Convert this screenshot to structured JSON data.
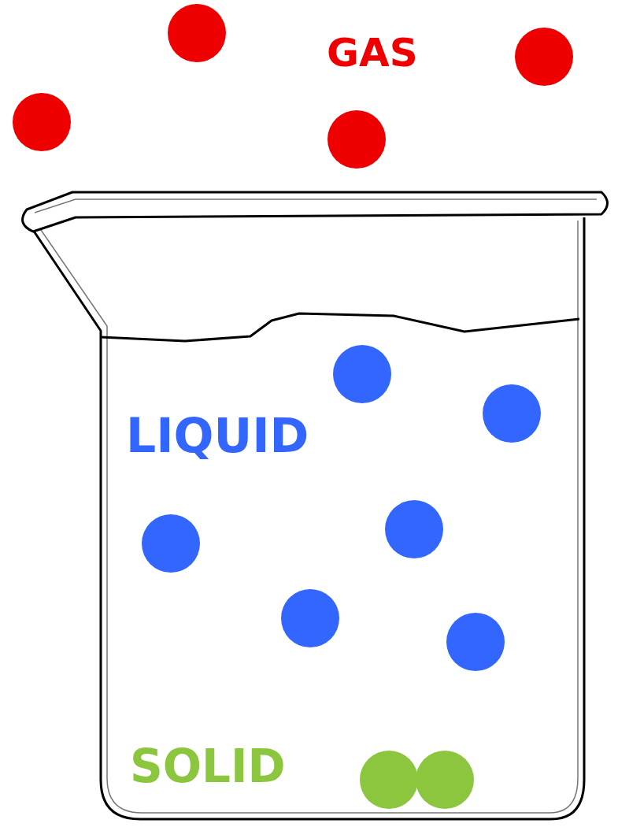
{
  "diagram": {
    "labels": [
      "GAS",
      "LIQUID",
      "SOLID"
    ]
  }
}
